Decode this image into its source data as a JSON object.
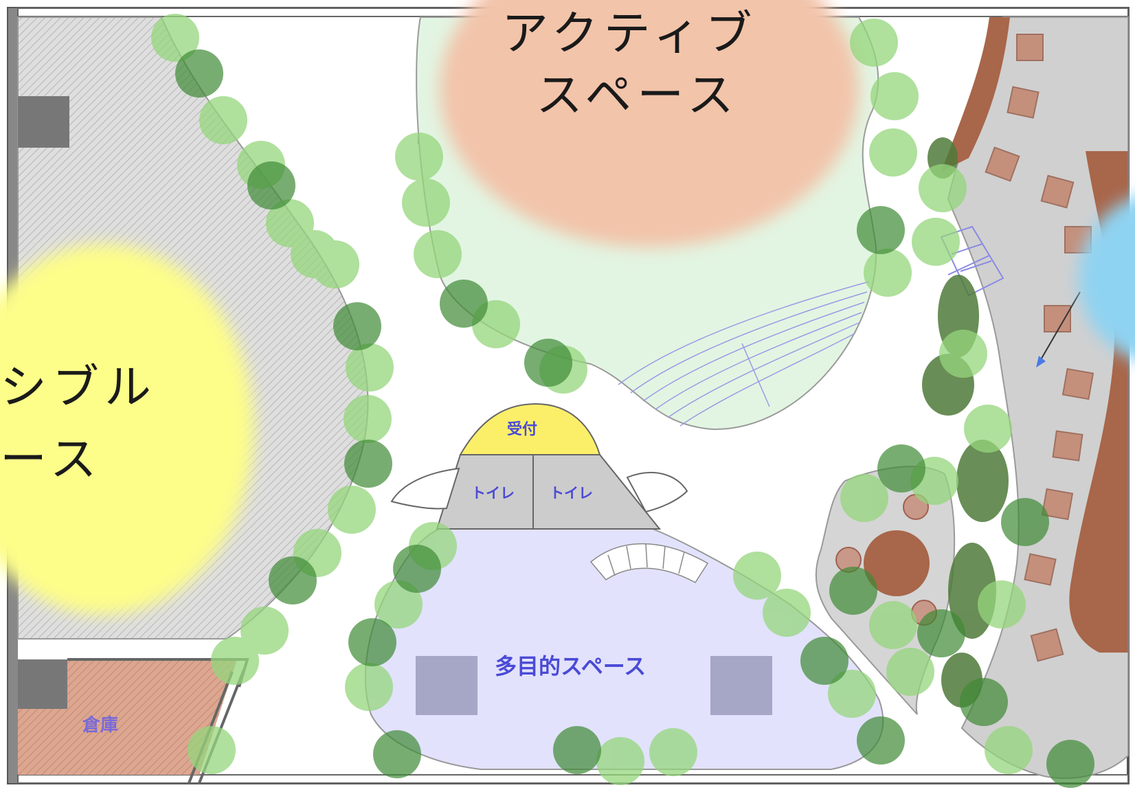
{
  "zones": {
    "active": {
      "line1": "アクティブ",
      "line2": "スペース"
    },
    "flexible": {
      "line1": "シブル",
      "line2": "ース"
    }
  },
  "rooms": {
    "reception": "受付",
    "toilet_left": "トイレ",
    "toilet_right": "トイレ",
    "multipurpose": "多目的スペース",
    "storage": "倉庫"
  },
  "colors": {
    "active_zone": "#f2c4aa",
    "flexible_zone": "#fdfd8a",
    "lawn": "#e2f5e2",
    "multipurpose_floor": "#e2e2fc",
    "reception": "#fbef6a",
    "toilets": "#cccccc",
    "storage": "#d9a48c",
    "brick_path": "#a8664a",
    "tree_light": "#95d67c",
    "tree_dark": "#3f8a36",
    "water": "#8fd3f2",
    "stair_lines": "#8a8ae6"
  }
}
